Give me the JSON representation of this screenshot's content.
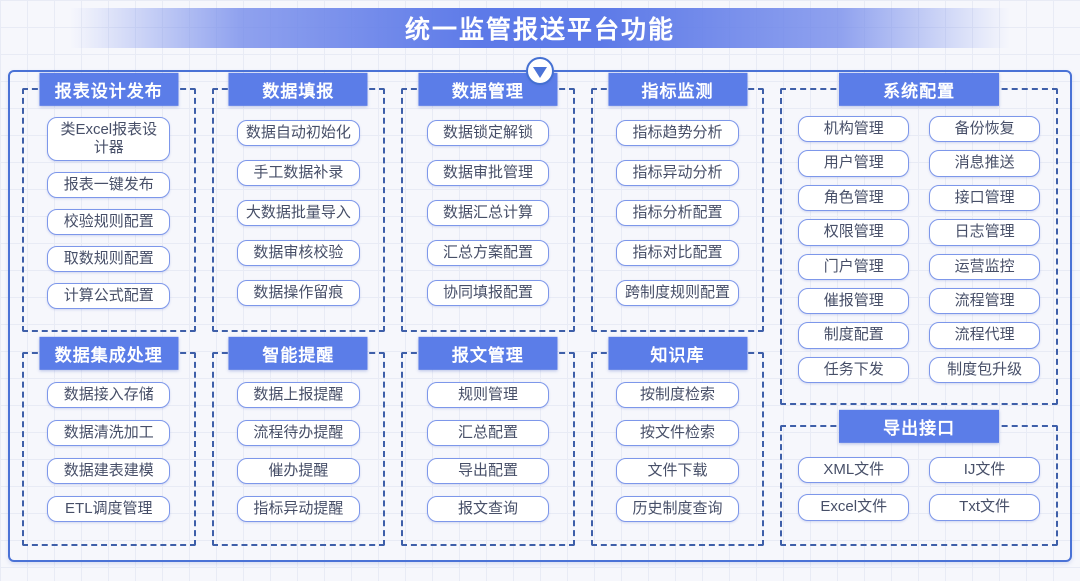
{
  "title": "统一监管报送平台功能",
  "icons": {
    "collapse_arrow": "down-triangle"
  },
  "colors": {
    "banner_blue": "#5d7ae8",
    "header_blue": "#5b7de8",
    "panel_border_blue": "#4a72d6",
    "group_dashed_blue": "#3e5fa9",
    "item_border_blue": "#7d97ea",
    "item_text": "#474f68",
    "background": "#f6f7fc"
  },
  "groups": [
    {
      "id": "report-design-publish",
      "title": "报表设计发布",
      "items": [
        "类Excel报表设计器",
        "报表一键发布",
        "校验规则配置",
        "取数规则配置",
        "计算公式配置"
      ]
    },
    {
      "id": "data-filling",
      "title": "数据填报",
      "items": [
        "数据自动初始化",
        "手工数据补录",
        "大数据批量导入",
        "数据审核校验",
        "数据操作留痕"
      ]
    },
    {
      "id": "data-management",
      "title": "数据管理",
      "items": [
        "数据锁定解锁",
        "数据审批管理",
        "数据汇总计算",
        "汇总方案配置",
        "协同填报配置"
      ]
    },
    {
      "id": "indicator-monitoring",
      "title": "指标监测",
      "items": [
        "指标趋势分析",
        "指标异动分析",
        "指标分析配置",
        "指标对比配置",
        "跨制度规则配置"
      ]
    },
    {
      "id": "system-config",
      "title": "系统配置",
      "items": [
        "机构管理",
        "备份恢复",
        "用户管理",
        "消息推送",
        "角色管理",
        "接口管理",
        "权限管理",
        "日志管理",
        "门户管理",
        "运营监控",
        "催报管理",
        "流程管理",
        "制度配置",
        "流程代理",
        "任务下发",
        "制度包升级"
      ]
    },
    {
      "id": "data-integration",
      "title": "数据集成处理",
      "items": [
        "数据接入存储",
        "数据清洗加工",
        "数据建表建模",
        "ETL调度管理"
      ]
    },
    {
      "id": "smart-reminder",
      "title": "智能提醒",
      "items": [
        "数据上报提醒",
        "流程待办提醒",
        "催办提醒",
        "指标异动提醒"
      ]
    },
    {
      "id": "message-management",
      "title": "报文管理",
      "items": [
        "规则管理",
        "汇总配置",
        "导出配置",
        "报文查询"
      ]
    },
    {
      "id": "knowledge-base",
      "title": "知识库",
      "items": [
        "按制度检索",
        "按文件检索",
        "文件下载",
        "历史制度查询"
      ]
    },
    {
      "id": "export-interface",
      "title": "导出接口",
      "items": [
        "XML文件",
        "IJ文件",
        "Excel文件",
        "Txt文件"
      ]
    }
  ]
}
